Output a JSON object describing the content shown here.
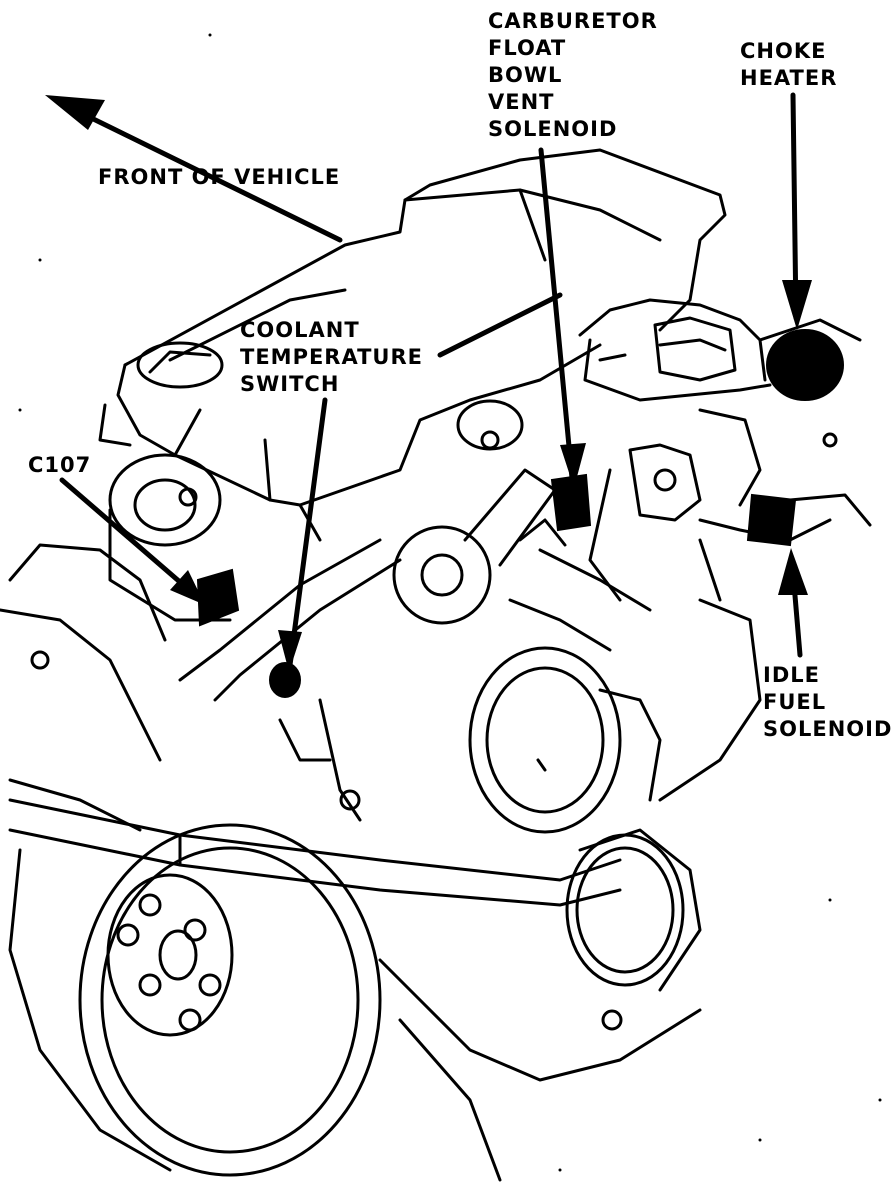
{
  "labels": {
    "carburetor_float_bowl_vent_solenoid": [
      "CARBURETOR",
      "FLOAT",
      "BOWL",
      "VENT",
      "SOLENOID"
    ],
    "choke_heater": [
      "CHOKE",
      "HEATER"
    ],
    "front_of_vehicle": "FRONT OF VEHICLE",
    "coolant_temperature_switch": [
      "COOLANT",
      "TEMPERATURE",
      "SWITCH"
    ],
    "c107": "C107",
    "idle_fuel_solenoid": [
      "IDLE",
      "FUEL",
      "SOLENOID"
    ]
  },
  "colors": {
    "ink": "#000000",
    "paper": "#ffffff"
  }
}
